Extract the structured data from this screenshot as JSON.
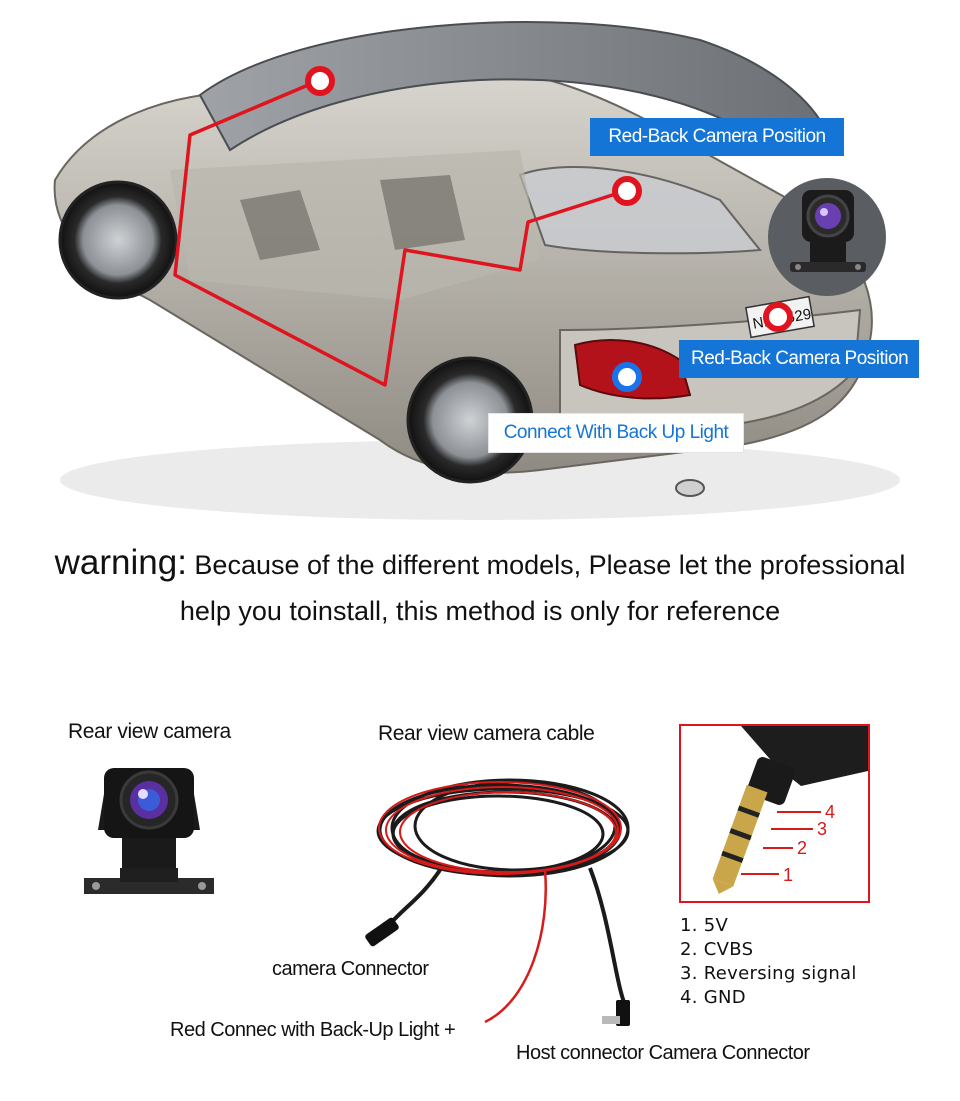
{
  "callouts": {
    "top_right": "Red-Back Camera Position",
    "mid_right": "Red-Back Camera Position",
    "back_up_light": "Connect With Back Up Light"
  },
  "warning": {
    "label": "warning:",
    "line1": " Because of the different models, Please let the professional",
    "line2": "help you toinstall, this method is only for reference"
  },
  "sections": {
    "camera_title": "Rear view camera",
    "cable_title": "Rear view camera cable"
  },
  "cable": {
    "camera_connector": "camera Connector",
    "red_connector": "Red Connec with Back-Up Light +",
    "host_connector": "Host connector Camera Connector"
  },
  "pin_numbers": [
    "4",
    "3",
    "2",
    "1"
  ],
  "pins": [
    "1.  5V",
    "2.  CVBS",
    "3.  Reversing signal",
    "4.  GND"
  ],
  "license_plate": "NN 2529",
  "colors": {
    "accent_blue": "#1475d6",
    "marker_red": "#e0141e",
    "marker_blue": "#1a73e8"
  }
}
